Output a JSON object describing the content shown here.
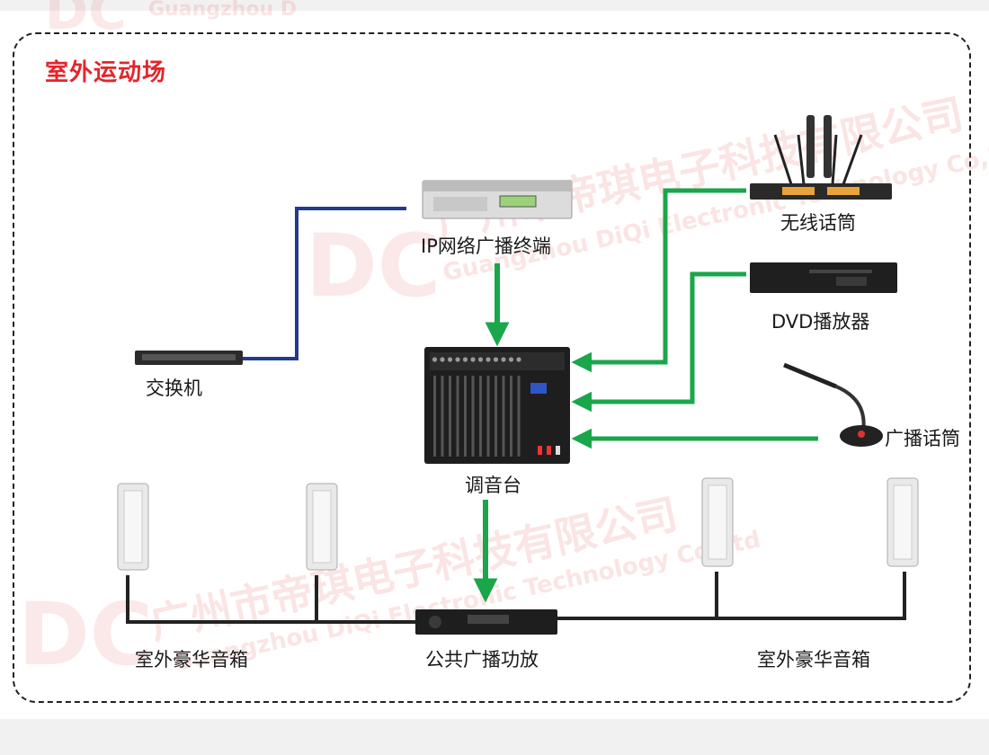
{
  "title": "室外运动场",
  "colors": {
    "title": "#e4252b",
    "network_line": "#233b8c",
    "audio_arrow": "#1aa64a",
    "speaker_line": "#222222"
  },
  "nodes": {
    "ip_terminal": "IP网络广播终端",
    "switch": "交换机",
    "wireless_mic": "无线话筒",
    "dvd": "DVD播放器",
    "paging_mic": "广播话筒",
    "mixer": "调音台",
    "amplifier": "公共广播功放",
    "speakers_left": "室外豪华音箱",
    "speakers_right": "室外豪华音箱"
  },
  "watermark": {
    "logo": "DC",
    "company_cn": "广州市帝琪电子科技有限公司",
    "company_en": "Guangzhou DiQi Electronic Technology Co,Ltd",
    "company_en_short": "Guangzhou D"
  }
}
